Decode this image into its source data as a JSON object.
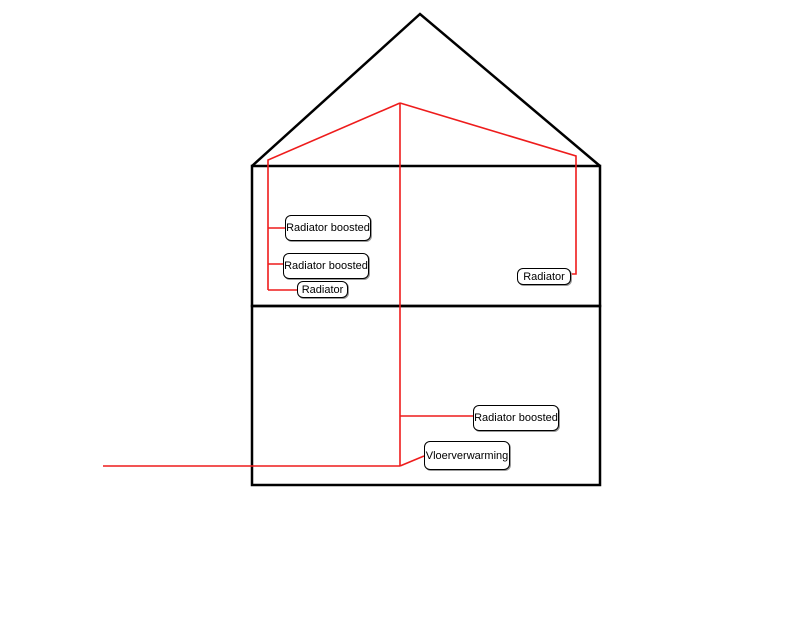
{
  "colors": {
    "house_outline": "#000000",
    "heating_pipe": "#ee1c1c",
    "background": "#ffffff"
  },
  "labels": {
    "upstairs_left_radiator_boosted_1": "Radiator boosted",
    "upstairs_left_radiator_boosted_2": "Radiator boosted",
    "upstairs_left_radiator": "Radiator",
    "upstairs_right_radiator": "Radiator",
    "downstairs_radiator_boosted": "Radiator boosted",
    "downstairs_floor_heating": "Vloerverwarming"
  }
}
